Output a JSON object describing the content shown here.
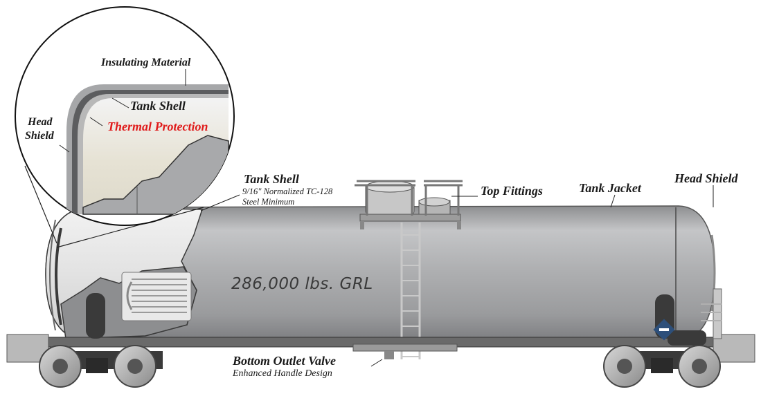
{
  "diagram": {
    "labels": {
      "insulating_material": "Insulating Material",
      "tank_shell_inset": "Tank Shell",
      "thermal_protection": "Thermal Protection",
      "head_shield_left_line1": "Head",
      "head_shield_left_line2": "Shield",
      "tank_shell": "Tank Shell",
      "tank_shell_spec_line1": "9/16\" Normalized TC-128",
      "tank_shell_spec_line2": "Steel Minimum",
      "top_fittings": "Top Fittings",
      "tank_jacket": "Tank Jacket",
      "head_shield_right": "Head Shield",
      "capacity": "286,000 lbs. GRL",
      "bottom_outlet_valve": "Bottom Outlet Valve",
      "bottom_outlet_valve_sub": "Enhanced Handle Design"
    },
    "colors": {
      "thermal_protection_text": "#e01b1b",
      "tank_body": "#a9aaac",
      "frame": "#3a3a3a"
    }
  }
}
